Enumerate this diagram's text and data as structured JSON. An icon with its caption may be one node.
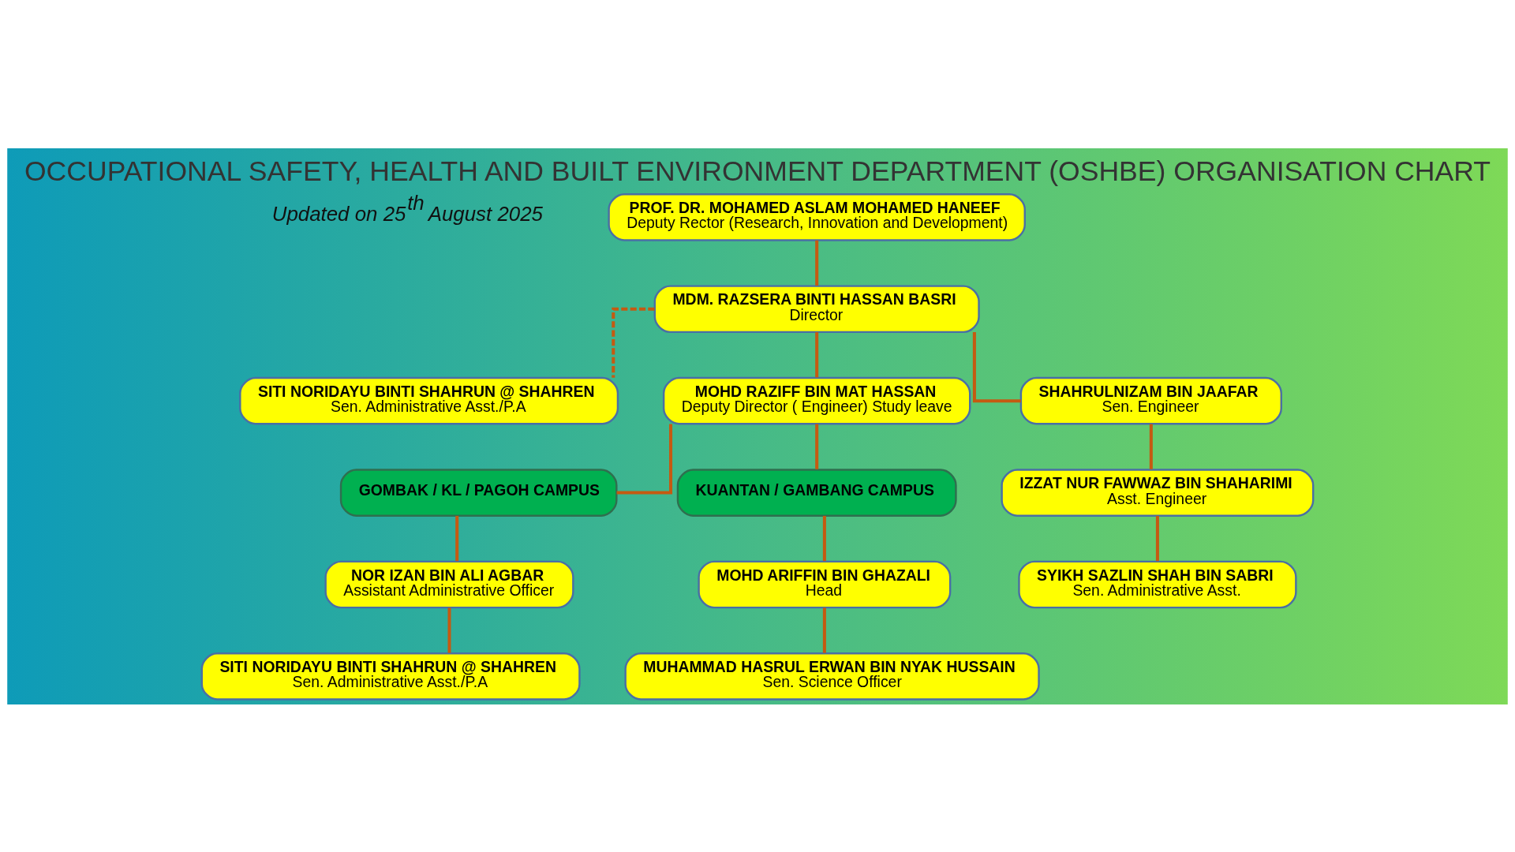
{
  "diagram": {
    "title": "OCCUPATIONAL SAFETY, HEALTH AND BUILT ENVIRONMENT DEPARTMENT (OSHBE) ORGANISATION CHART",
    "nodes": [
      {
        "text": [
          "PROF. DR. MOHAMED ASLAM MOHAMED HANEEF",
          "Deputy Rector (Research, Innovation and Development)"
        ]
      },
      {
        "text": [
          "MDM. RAZSERA BINTI HASSAN BASRI",
          "Director"
        ]
      },
      {
        "text": [
          "SITI NORIDAYU BINTI SHAHRUN @ SHAHREN",
          "Sen. Administrative Asst./P.A"
        ]
      },
      {
        "text": [
          "MOHD RAZIFF BIN MAT HASSAN",
          "Deputy Director ( Engineer) Study leave"
        ]
      },
      {
        "text": [
          "GOMBAK / KL / PAGOH CAMPUS"
        ]
      },
      {
        "text": [
          "KUANTAN / GAMBANG CAMPUS"
        ]
      },
      {
        "text": [
          "NOR IZAN BIN ALI AGBAR",
          "Assistant Administrative Officer"
        ]
      },
      {
        "text": [
          "SITI NORIDAYU BINTI SHAHRUN @ SHAHREN",
          "Sen. Administrative Asst./P.A"
        ]
      },
      {
        "text": [
          "SHAHRULNIZAM BIN JAAFAR",
          "Sen. Engineer"
        ]
      },
      {
        "text": [
          "IZZAT NUR FAWWAZ BIN SHAHARIMI",
          "Asst. Engineer"
        ]
      },
      {
        "text": [
          "SYIKH SAZLIN SHAH BIN SABRI",
          "Sen. Administrative Asst."
        ]
      },
      {
        "text": [
          "MOHD ARIFFIN BIN GHAZALI",
          "Head"
        ]
      },
      {
        "text": [
          "MUHAMMAD HASRUL ERWAN BIN NYAK HUSSAIN",
          "Sen. Science Officer"
        ]
      }
    ],
    "edges": [
      {
        "from": 0,
        "to": 1,
        "arrow": "none"
      },
      {
        "from": 1,
        "to": 2,
        "arrow": "none",
        "style": "dashed"
      },
      {
        "from": 1,
        "to": 3,
        "arrow": "none"
      },
      {
        "from": 1,
        "to": 8,
        "arrow": "none"
      },
      {
        "from": 3,
        "to": 4,
        "arrow": "none"
      },
      {
        "from": 3,
        "to": 5,
        "arrow": "none"
      },
      {
        "from": 4,
        "to": 6,
        "arrow": "none"
      },
      {
        "from": 6,
        "to": 7,
        "arrow": "none"
      },
      {
        "from": 8,
        "to": 9,
        "arrow": "none"
      },
      {
        "from": 9,
        "to": 10,
        "arrow": "none"
      },
      {
        "from": 5,
        "to": 11,
        "arrow": "none"
      },
      {
        "from": 11,
        "to": 12,
        "arrow": "none"
      }
    ],
    "labels": [
      "Updated on 25$^{th}$ August 2025"
    ]
  }
}
